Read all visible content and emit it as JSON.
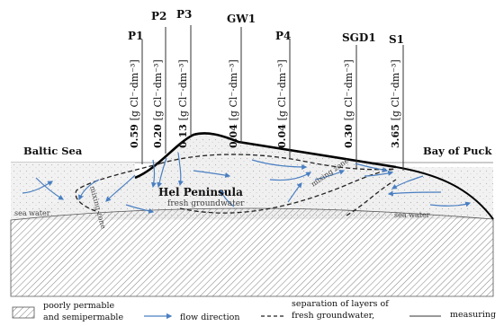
{
  "places": {
    "left_sea": "Baltic Sea",
    "right_sea": "Bay of Puck",
    "peninsula": "Hel Peninsula",
    "fresh": "fresh groundwater",
    "sea_left": "sea water",
    "sea_right": "sea water",
    "mix_left": "mixing zone",
    "mix_right": "mixing zone"
  },
  "wells": [
    {
      "name": "P1",
      "value": "0.59"
    },
    {
      "name": "P2",
      "value": "0.20"
    },
    {
      "name": "P3",
      "value": "0.13"
    },
    {
      "name": "GW1",
      "value": "0.04"
    },
    {
      "name": "P4",
      "value": "0.04"
    },
    {
      "name": "SGD1",
      "value": "0.30"
    },
    {
      "name": "S1",
      "value": "3.65"
    }
  ],
  "unit": "[g Cl⁻·dm⁻³]",
  "legend": {
    "l1a": "poorly permable",
    "l1b": "and semipermable",
    "l2": "flow direction",
    "l3a": "separation of layers of",
    "l3b": "fresh groundwater,",
    "l4": "measuring"
  },
  "colors": {
    "land_fill": "#f2f2f2",
    "arrow": "#4a7fc1",
    "outline": "#000000",
    "hatch": "#888888"
  }
}
